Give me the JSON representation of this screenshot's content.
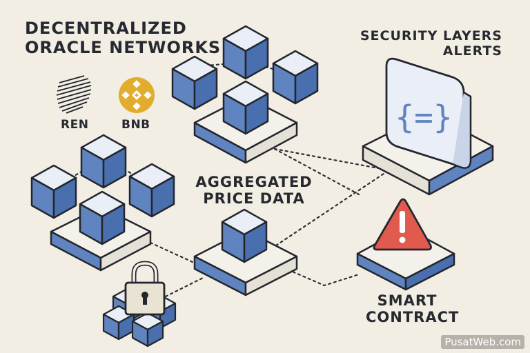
{
  "title": {
    "line1": "DECENTRALIZED",
    "line2": "ORACLE NETWORKS"
  },
  "security": {
    "line1": "SECURITY LAYERS",
    "line2": "ALERTS",
    "code_symbol": "{=}"
  },
  "aggregated": {
    "line1": "AGGREGATED",
    "line2": "PRICE DATA"
  },
  "smart_contract": {
    "line1": "SMART",
    "line2": "CONTRACT"
  },
  "tokens": [
    {
      "label": "REN",
      "icon": "ren-logo-icon"
    },
    {
      "label": "BNB",
      "icon": "bnb-logo-icon"
    }
  ],
  "watermark": "PusatWeb.com",
  "colors": {
    "background": "#f3eee3",
    "cube_blue": "#5f84bf",
    "cube_light": "#e9eef7",
    "outline": "#23262d",
    "alert_red": "#e05a4e",
    "bnb_gold": "#e2ad2c"
  }
}
